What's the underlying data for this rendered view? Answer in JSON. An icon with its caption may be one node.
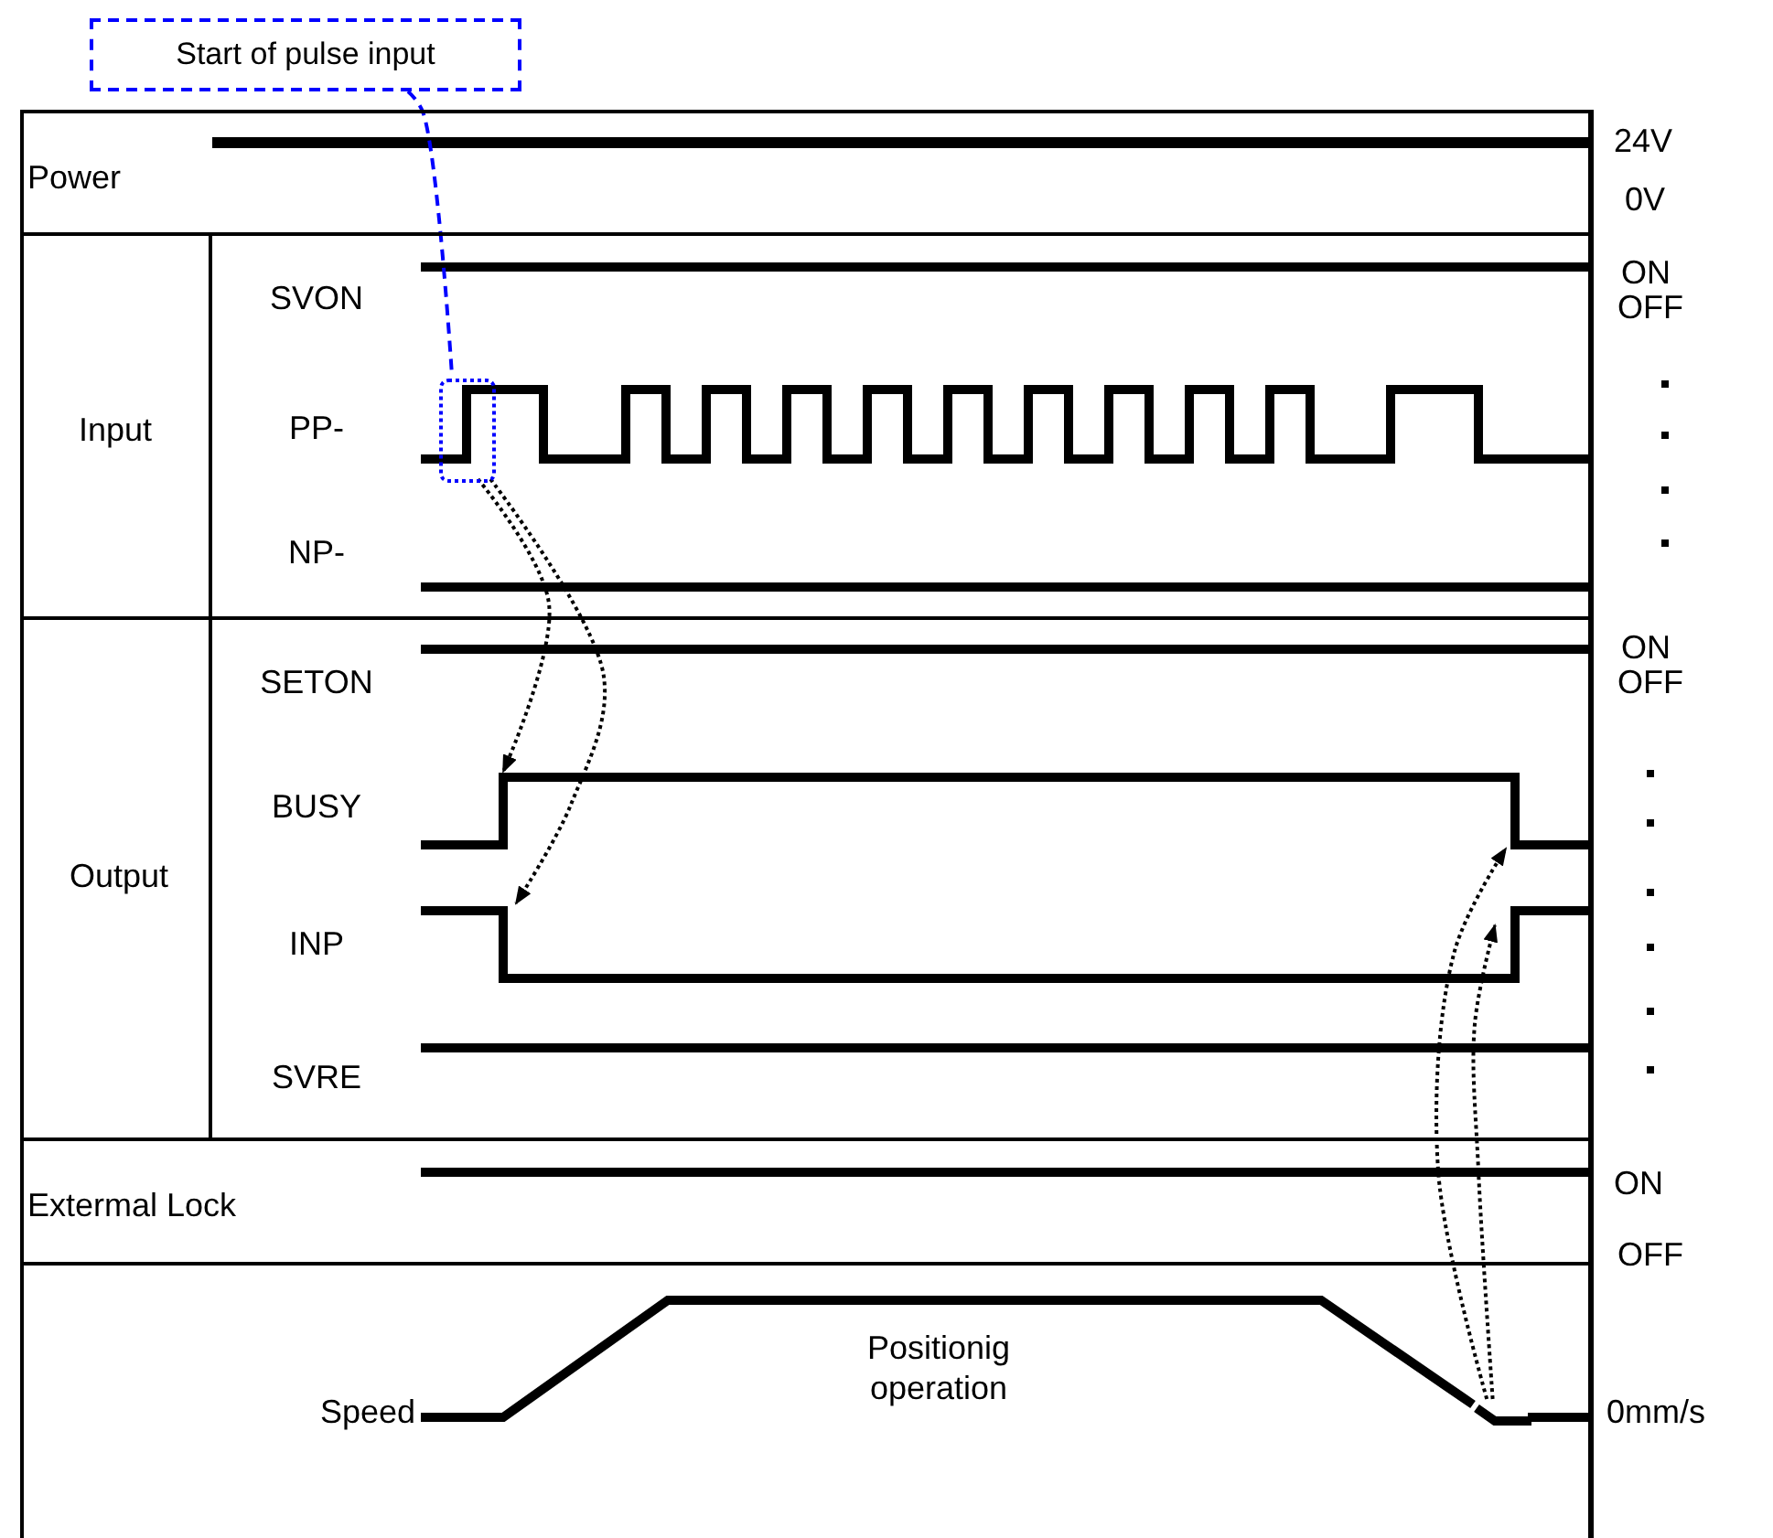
{
  "diagram": {
    "nodes": [
      {
        "text": [
          "Start of pulse input"
        ]
      },
      {
        "text": [],
        "shape": "box"
      },
      {
        "text": [],
        "shape": "box",
        "in": 1
      },
      {
        "text": [],
        "shape": "line",
        "in": 1
      }
    ],
    "edges": [
      {
        "from": 0,
        "to": 2,
        "arrow": "none",
        "style": "dashed",
        "color": "#0000ff"
      },
      {
        "from": 2,
        "to": null,
        "arrow": "to",
        "style": "dashed"
      },
      {
        "from": 2,
        "to": null,
        "arrow": "to",
        "style": "dashed"
      },
      {
        "from": 3,
        "to": null,
        "arrow": "to",
        "style": "dashed"
      },
      {
        "from": 3,
        "to": null,
        "arrow": "to",
        "style": "dashed"
      }
    ],
    "labels": [
      "Power",
      "24V",
      "0V",
      "SVON",
      "ON",
      "OFF",
      "Input",
      "PP-",
      "NP-",
      "SETON",
      "ON",
      "OFF",
      "BUSY",
      "Output",
      "INP",
      "SVRE",
      "Extermal Lock",
      "ON",
      "OFF",
      "Positionig operation",
      "Speed",
      "0mm/s"
    ]
  }
}
